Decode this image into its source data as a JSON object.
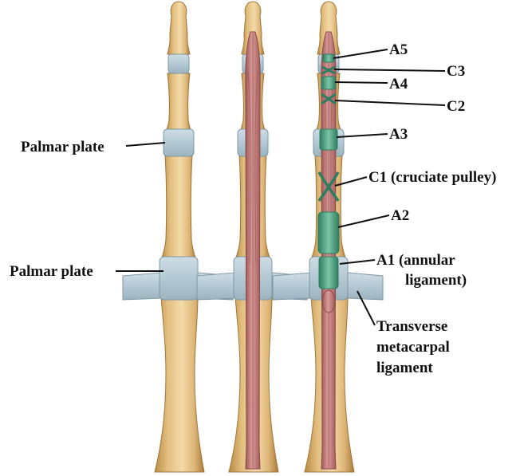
{
  "labels": {
    "palmar_plate_upper": "Palmar plate",
    "palmar_plate_lower": "Palmar plate",
    "a5": "A5",
    "c3": "C3",
    "a4": "A4",
    "c2": "C2",
    "a3": "A3",
    "c1": "C1 (cruciate pulley)",
    "a2": "A2",
    "a1_line1": "A1 (annular",
    "a1_line2": "ligament)",
    "tml_line1": "Transverse",
    "tml_line2": "metacarpal",
    "tml_line3": "ligament"
  },
  "colors": {
    "bone": "#e2bd7e",
    "bone_shade": "#b98a45",
    "bone_highlight": "#f6e2b4",
    "ligament": "#b9ccd6",
    "ligament_edge": "#7f97a4",
    "tendon": "#c98584",
    "tendon_dark": "#9c5555",
    "pulley": "#5aa98a",
    "pulley_dark": "#2f7d61",
    "text": "#111111"
  }
}
